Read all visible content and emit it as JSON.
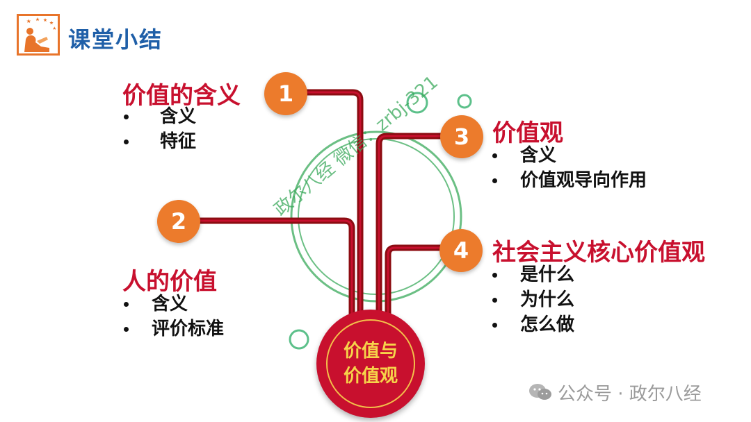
{
  "header": {
    "title": "课堂小结"
  },
  "sections": {
    "s1": {
      "number": "1",
      "title": "价值的含义",
      "items": [
        "含义",
        "特征"
      ]
    },
    "s2": {
      "number": "2",
      "title": "人的价值",
      "items": [
        "含义",
        "评价标准"
      ]
    },
    "s3": {
      "number": "3",
      "title": "价值观",
      "items": [
        "含义",
        "价值观导向作用"
      ]
    },
    "s4": {
      "number": "4",
      "title": "社会主义核心价值观",
      "items": [
        "是什么",
        "为什么",
        "怎么做"
      ]
    }
  },
  "center": {
    "line1": "价值与",
    "line2": "价值观"
  },
  "watermark": {
    "text": "政尔八经 微信：zrbj-321"
  },
  "footer": {
    "text": "公众号 · 政尔八经"
  },
  "colors": {
    "accent_red": "#c8102e",
    "number_orange": "#ec7b2c",
    "header_blue": "#1f5fa8",
    "watermark_green": "#3aa95b",
    "center_text_yellow": "#f6d44a"
  }
}
